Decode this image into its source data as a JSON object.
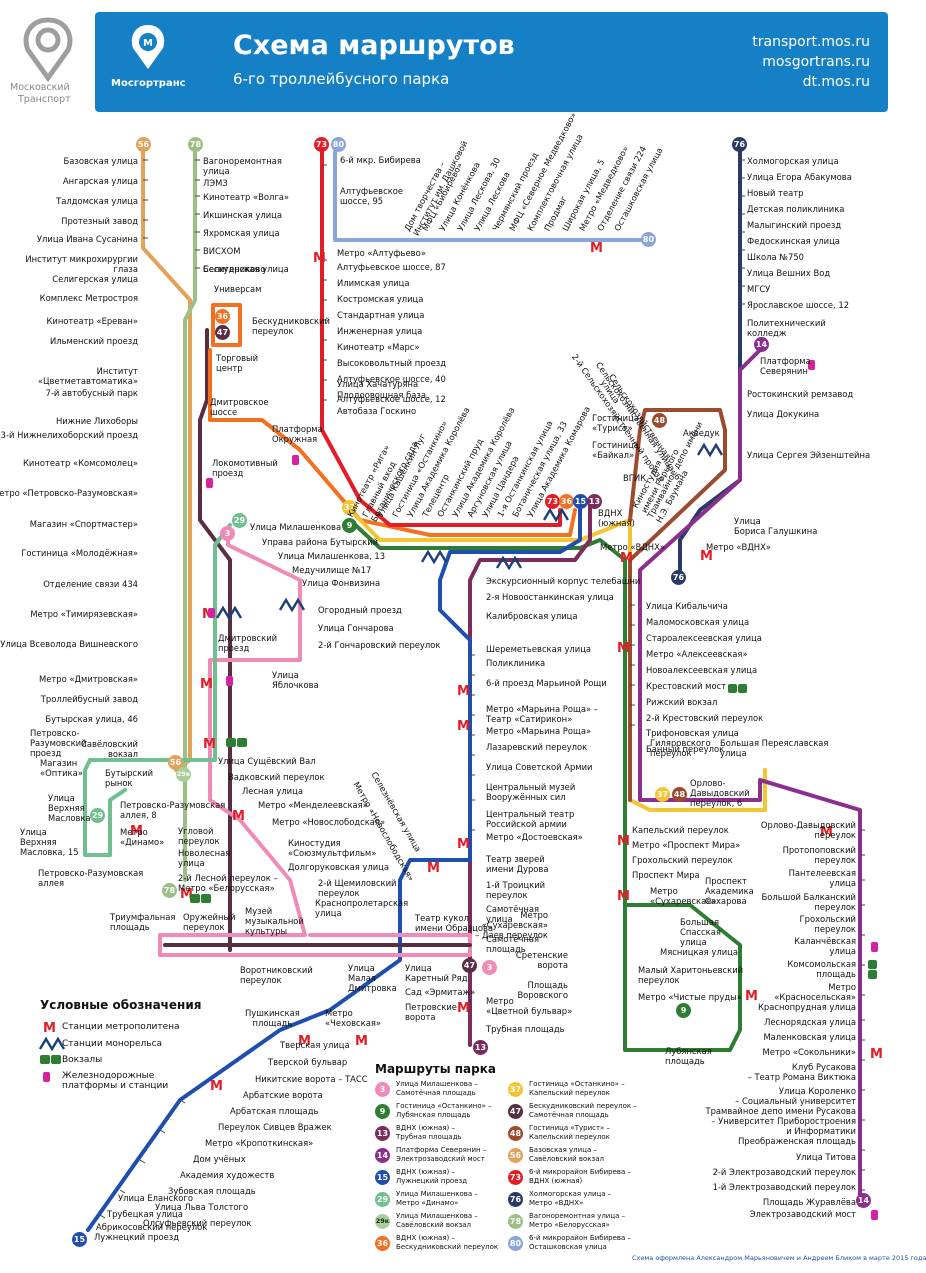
{
  "header": {
    "left_logo_text": [
      "Московский",
      "Транспорт"
    ],
    "org_logo_text": "Мосгортранс",
    "title": "Схема маршрутов",
    "subtitle": "6-го троллейбусного парка",
    "links": [
      "transport.mos.ru",
      "mosgortrans.ru",
      "dt.mos.ru"
    ]
  },
  "colors": {
    "r3": "#f08bb8",
    "r9": "#2e7d32",
    "r13": "#7b2c5c",
    "r14": "#8b2f8f",
    "r15": "#1e4fae",
    "r29": "#6fbf8f",
    "r29k": "#a8cf99",
    "r36": "#f37021",
    "r37": "#f5c431",
    "r47": "#5a2e42",
    "r48": "#9c4b2f",
    "r56": "#e3a15a",
    "r73": "#e21d25",
    "r76": "#2a3a66",
    "r78": "#9bbf84",
    "r80": "#8ca5d8",
    "metro": "#e21d25",
    "mono": "#1c3f7a",
    "rail": "#2e7d32",
    "train": "#d6229e",
    "header": "#1580c5"
  },
  "badges": [
    {
      "id": "b56",
      "text": "56",
      "color": "#e3a15a"
    },
    {
      "id": "b78",
      "text": "78",
      "color": "#9bbf84"
    },
    {
      "id": "b73",
      "text": "73",
      "color": "#e21d25"
    },
    {
      "id": "b80",
      "text": "80",
      "color": "#8ca5d8"
    },
    {
      "id": "b76",
      "text": "76",
      "color": "#2a3a66"
    },
    {
      "id": "b36",
      "text": "36",
      "color": "#f37021"
    },
    {
      "id": "b47",
      "text": "47",
      "color": "#5a2e42"
    },
    {
      "id": "b48",
      "text": "48",
      "color": "#9c4b2f"
    },
    {
      "id": "b14a",
      "text": "14",
      "color": "#8b2f8f"
    },
    {
      "id": "b37",
      "text": "37",
      "color": "#f5c431"
    },
    {
      "id": "b9",
      "text": "9",
      "color": "#2e7d32"
    },
    {
      "id": "b29",
      "text": "29",
      "color": "#6fbf8f"
    },
    {
      "id": "b3",
      "text": "3",
      "color": "#f08bb8"
    },
    {
      "id": "b73b",
      "text": "73",
      "color": "#e21d25"
    },
    {
      "id": "b36b",
      "text": "36",
      "color": "#f37021"
    },
    {
      "id": "b15",
      "text": "15",
      "color": "#1e4fae"
    },
    {
      "id": "b13",
      "text": "13",
      "color": "#7b2c5c"
    },
    {
      "id": "b76b",
      "text": "76",
      "color": "#2a3a66"
    },
    {
      "id": "b56b",
      "text": "56",
      "color": "#e3a15a"
    },
    {
      "id": "b29k",
      "text": "29к",
      "color": "#a8cf99"
    },
    {
      "id": "b29b",
      "text": "29",
      "color": "#6fbf8f"
    },
    {
      "id": "b78b",
      "text": "78",
      "color": "#9bbf84"
    },
    {
      "id": "b37b",
      "text": "37",
      "color": "#f5c431"
    },
    {
      "id": "b48b",
      "text": "48",
      "color": "#9c4b2f"
    },
    {
      "id": "b3b",
      "text": "3",
      "color": "#f08bb8"
    },
    {
      "id": "b47b",
      "text": "47",
      "color": "#5a2e42"
    },
    {
      "id": "b9b",
      "text": "9",
      "color": "#2e7d32"
    },
    {
      "id": "b13b",
      "text": "13",
      "color": "#7b2c5c"
    },
    {
      "id": "b15b",
      "text": "15",
      "color": "#1e4fae"
    },
    {
      "id": "b14b",
      "text": "14",
      "color": "#8b2f8f"
    },
    {
      "id": "b80b",
      "text": "80",
      "color": "#8ca5d8"
    }
  ],
  "stops": {
    "left56": [
      "Базовская улица",
      "Ангарская улица",
      "Талдомская улица",
      "Протезный завод",
      "Улица Ивана Сусанина",
      "Институт микрохирургии\nглаза",
      "Селигерская улица",
      "Комплекс Метростроя",
      "Кинотеатр «Ереван»",
      "Ильменский проезд",
      "Институт\n«Цветметавтоматика»",
      "7-й автобусный парк",
      "Нижние Лихоборы",
      "3-й Нижнелихоборский проезд",
      "Кинотеатр «Комсомолец»",
      "Метро «Петровско-Разумовская»",
      "Магазин «Спортмастер»",
      "Гостиница «Молодёжная»",
      "Отделение связи 434",
      "Метро «Тимирязевская»",
      "Улица Всеволода Вишневского",
      "Метро «Дмитровская»",
      "Троллейбусный завод",
      "Бутырская улица, 46",
      "Савёловский\nвокзал"
    ],
    "right78": [
      "Вагоноремонтная\nулица",
      "ЛЭМЗ",
      "Кинотеатр «Волга»",
      "Икшинская улица",
      "Яхромская улица",
      "ВИСХОМ",
      "Бескудниково",
      "Селигерская улица"
    ],
    "r73": [
      "6-й мкр. Бибирева",
      "Алтуфьевское\nшоссе, 95",
      "Метро «Алтуфьево»",
      "Алтуфьевское шоссе, 87",
      "Илимская улица",
      "Костромская улица",
      "Стандартная улица",
      "Инженерная улица",
      "Кинотеатр «Марс»",
      "Высоковольтный проезд",
      "Алтуфьевское шоссе, 40",
      "Плодоовощная база",
      "Автобаза Госкино",
      "Улица Хачатуряна",
      "Алтуфьевское шоссе, 12"
    ],
    "r76": [
      "Холмогорская улица",
      "Улица Егора Абакумова",
      "Новый театр",
      "Детская поликлиника",
      "Малыгинский проезд",
      "Федоскинская улица",
      "Школа №750",
      "Улица Вешних Вод",
      "МГСУ",
      "Ярославское шоссе, 12",
      "Политехнический\nколледж",
      "Платформа\nСеверянин",
      "Ростокинский ремзавод",
      "Улица Докукина",
      "Улица Сергея Эйзенштейна",
      "Улица\nБориса Галушкина",
      "Метро «ВДНХ»"
    ],
    "r14": [
      "Улица Кибальчича",
      "Маломосковская улица",
      "Староалексеевская улица",
      "Метро «Алексеевская»",
      "Новоалексеевская улица",
      "Крестовский мост",
      "Рижский вокзал",
      "2-й Крестовский переулок",
      "Трифоновская улица",
      "Банный переулок",
      "Гиляровского\nпереулок",
      "Большая Переяславская\nулица",
      "Орлово-\nДавыдовский\nпереулок, 6"
    ],
    "r14right": [
      "Орлово-Давыдовский\nпереулок",
      "Протопоповский\nпереулок",
      "Пантелеевская\nулица",
      "Большой Балканский\nпереулок",
      "Грохольский\nпереулок",
      "Каланчёвская\nулица",
      "Комсомольская\nплощадь",
      "Метро\n«Красносельская»",
      "Краснопрудная улица",
      "Леснорядская улица",
      "Маленковская улица",
      "Метро «Сокольники»",
      "Клуб Русакова\n– Театр Романа Виктюка",
      "Улица Короленко\n– Социальный университет",
      "Трамвайное депо имени Русакова\n– Университет Приборостроения\nи Информатики",
      "Преображенская площадь",
      "Улица Титова",
      "2-й Электрозаводский переулок",
      "1-й Электрозаводский переулок",
      "Площадь Журавлёва",
      "Электрозаводский мост"
    ],
    "r15": [
      "Экскурсионный корпус телебашни",
      "2-я Новоостанкинская улица",
      "Калибровская улица",
      "Шереметьевская улица",
      "Поликлиника",
      "6-й проезд Марьиной Рощи",
      "Метро «Марьина Роща» –\nТеатр «Сатирикон»",
      "Метро «Марьина Роща»",
      "Лазаревский переулок",
      "Улица Советской Армии",
      "Центральный музей\nВооружённых сил",
      "Центральный театр\nРоссийской армии",
      "Метро «Достоевская»",
      "Театр зверей\nимени Дурова",
      "1-й Троицкий\nпереулок",
      "Самотёчная\nулица",
      "Самотёчная\nплощадь",
      "Метро\n«Цветной бульвар»",
      "Трубная площадь"
    ],
    "r9": [
      "Капельский переулок",
      "Метро «Проспект Мира»",
      "Грохольский переулок",
      "Проспект Мира",
      "Метро\n«Сухаревская»",
      "Проспект\nАкадемика\nСахарова",
      "Большая\nСпасская\nулица",
      "Мясницкая улица",
      "Малый Харитоньевский\nпереулок",
      "Метро «Чистые пруды»",
      "Лубянская\nплощадь",
      "Метро\n«Сухаревская»\n– Даев переулок",
      "Сретенские\nворота",
      "Площадь\nВоровского"
    ],
    "r3": [
      "Улица Милашенкова",
      "Управа района Бутырский",
      "Улица Милашенкова, 13",
      "Медучилище №17",
      "Улица Фонвизина",
      "Огородный проезд",
      "Улица Гончарова",
      "2-й Гончаровский переулок",
      "Дмитровский\nпроезд",
      "Улица\nЯблочкова",
      "Улица Сущёвский Вал",
      "Вадковский переулок",
      "Лесная улица",
      "Метро «Менделеевская»",
      "Метро «Новослободская»",
      "Киностудия\n«Союзмультфильм»",
      "Долгоруковская улица",
      "2-й Щемиловский\nпереулок",
      "Краснопролетарская\nулица",
      "Театр кукол\nимени Образцова",
      "Триумфальная\nплощадь",
      "Оружейный\nпереулок",
      "Музей\nмузыкальной\nкультуры",
      "Воротниковский\nпереулок",
      "Улица\nМалая\nДмитровка",
      "Улица\nКаретный Ряд",
      "Сад «Эрмитаж»",
      "Петровские\nворота"
    ],
    "r29": [
      "Магазин\n«Оптика»",
      "Бутырский\nрынок",
      "Улица\nВерхняя\nМасловка",
      "Петровско-Разумовская\nаллея, 8",
      "Метро\n«Динамо»",
      "Улица\nВерхняя\nМасловка, 15",
      "Петровско-Разумовская\nаллея",
      "Угловой\nпереулок",
      "Новолесная\nулица",
      "2-й Лесной переулок –\nМетро «Белорусская»",
      "Петровско-\nРазумовский\nпроезд"
    ],
    "r36": [
      "Универсам",
      "Бескудниковский\nпереулок",
      "Торговый\nцентр",
      "Дмитровское\nшоссе",
      "Платформа\nОкружная",
      "Локомотивный\nпроезд"
    ],
    "r80": [
      "Дом творчества –\nИнститут им. Дашковой",
      "МФЦ «Бибирево»",
      "Улица Конёнкова",
      "Улица Лескова, 30",
      "Улица Лескова",
      "Чермянский проезд",
      "МФЦ «Северное Медведково»",
      "Комплектовочная улица",
      "Продмаг",
      "Широкая улица, 5",
      "Метро «Медведково»",
      "Отделение связи 224",
      "Осташковская улица"
    ],
    "r48": [
      "Сельскохозяйственная\nулица",
      "Сельскохозяйственная улица, 6",
      "2-й Сельскохозяйственный проезд",
      "Гостиница\n«Турист»",
      "Гостиница\n«Байкал»",
      "Акведук",
      "ВГИК",
      "Киностудия\nимени Горького",
      "Трамвайное депо имени\nН.Э. Баумана"
    ],
    "center": [
      "Кинотеатр «Рига»",
      "Главный вход\nБотанического сада",
      "Улица Кашёнкин Луг",
      "Гостиница «Останкино»",
      "Улица Академика Королёва",
      "Телецентр",
      "Останкинский пруд",
      "Улица Академика Королёва",
      "Аргуновская улица",
      "Улица Цандера",
      "1-я Останкинская улица",
      "Ботаническая улица, 33",
      "Улица Академика Комарова",
      "ВДНХ\n(южная)",
      "Метро «ВДНХ»"
    ],
    "r15b": [
      "Пушкинская\nплощадь",
      "Метро\n«Чеховская»",
      "Тверская улица",
      "Тверской бульвар",
      "Никитские ворота – ТАСС",
      "Арбатские ворота",
      "Арбатская площадь",
      "Переулок Сивцев Вражек",
      "Метро «Кропоткинская»",
      "Дом учёных",
      "Академия художеств",
      "Зубовская площадь",
      "Улица Льва Толстого",
      "Олсуфьевский переулок",
      "Улица Еланского",
      "Трубецкая улица",
      "Абрикосовский переулок",
      "Лужнецкий проезд"
    ],
    "diag": [
      "Метро «Новослободская»",
      "Селезнёвская улица"
    ]
  },
  "legend": {
    "title": "Условные обозначения",
    "items": [
      {
        "icon": "metro-icon",
        "text": "Станции метрополитена"
      },
      {
        "icon": "mono-icon",
        "text": "Станции монорельса"
      },
      {
        "icon": "rail-icon",
        "text": "Вокзалы"
      },
      {
        "icon": "train-icon",
        "text": "Железнодорожные\nплатформы и станции"
      }
    ]
  },
  "routes": {
    "title": "Маршруты парка",
    "items": [
      {
        "num": "3",
        "color": "#f08bb8",
        "text": "Улица Милашенкова –\nСамотёчная площадь"
      },
      {
        "num": "37",
        "color": "#f5c431",
        "text": "Гостиница «Останкино» –\nКапельский переулок"
      },
      {
        "num": "9",
        "color": "#2e7d32",
        "text": "Гостиница «Останкино» –\nЛубянская площадь"
      },
      {
        "num": "47",
        "color": "#5a2e42",
        "text": "Бескудниковский переулок –\nСамотёчная площадь"
      },
      {
        "num": "13",
        "color": "#7b2c5c",
        "text": "ВДНХ (южная) –\nТрубная площадь"
      },
      {
        "num": "48",
        "color": "#9c4b2f",
        "text": "Гостиница «Турист» –\nКапельский переулок"
      },
      {
        "num": "14",
        "color": "#8b2f8f",
        "text": "Платформа Северянин –\nЭлектрозаводский мост"
      },
      {
        "num": "56",
        "color": "#e3a15a",
        "text": "Базовская улица –\nСавёловский вокзал"
      },
      {
        "num": "15",
        "color": "#1e4fae",
        "text": "ВДНХ (южная) –\nЛужнецкий проезд"
      },
      {
        "num": "73",
        "color": "#e21d25",
        "text": "6-й микрорайон Бибирева –\nВДНХ (южная)"
      },
      {
        "num": "29",
        "color": "#6fbf8f",
        "text": "Улица Милашенкова –\nМетро «Динамо»"
      },
      {
        "num": "76",
        "color": "#2a3a66",
        "text": "Холмогорская улица –\nМетро «ВДНХ»"
      },
      {
        "num": "29к",
        "color": "#a8cf99",
        "text": "Улица Милашенкова –\nСавёловский вокзал"
      },
      {
        "num": "78",
        "color": "#9bbf84",
        "text": "Вагоноремонтная улица –\nМетро «Белорусская»"
      },
      {
        "num": "36",
        "color": "#f37021",
        "text": "ВДНХ (южная) –\nБескудниковский переулок"
      },
      {
        "num": "80",
        "color": "#8ca5d8",
        "text": "6-й микрорайон Бибирева –\nОсташковская улица"
      }
    ]
  },
  "credit": "Схема оформлена Александром Марьяновичем и Андреем Бликом в марте 2015 года"
}
